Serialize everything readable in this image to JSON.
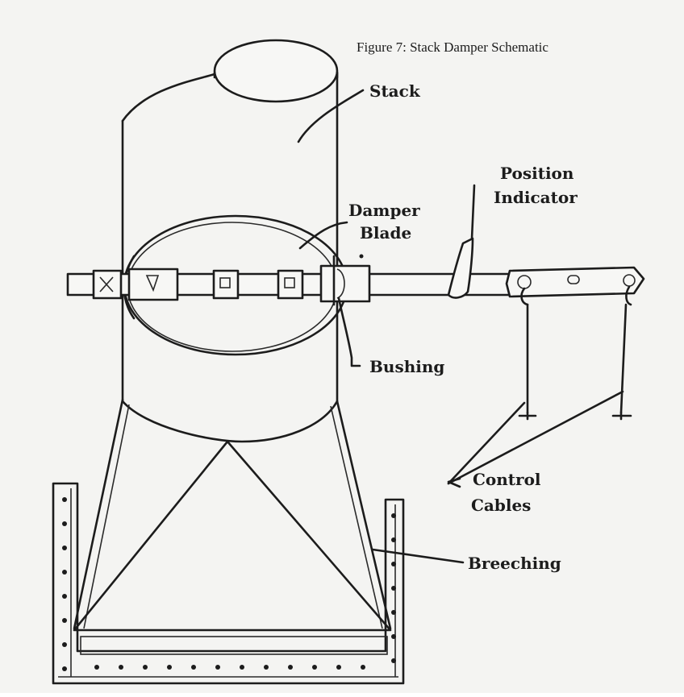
{
  "diagram": {
    "title": "Figure 7: Stack Damper Schematic",
    "labels": {
      "stack": "Stack",
      "position_indicator_line1": "Position",
      "position_indicator_line2": "Indicator",
      "damper_blade_line1": "Damper",
      "damper_blade_line2": "Blade",
      "bushing": "Bushing",
      "control_cables_line1": "Control",
      "control_cables_line2": "Cables",
      "breeching": "Breeching"
    },
    "colors": {
      "ink": "#1c1c1c",
      "paper": "#f4f4f2"
    }
  }
}
